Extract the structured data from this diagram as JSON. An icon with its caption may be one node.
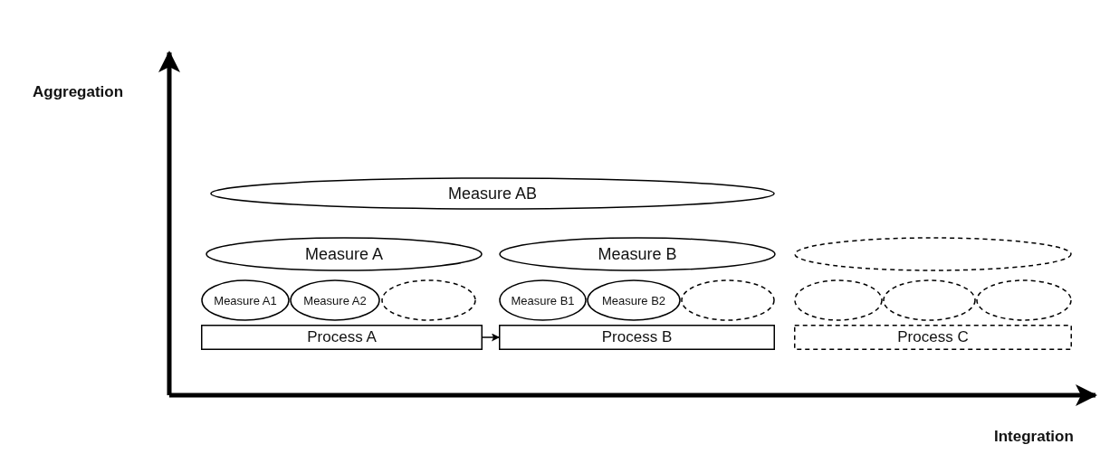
{
  "diagram": {
    "nodes": [
      {
        "text": [
          "Measure AB"
        ]
      },
      {
        "text": [
          "Measure A"
        ]
      },
      {
        "text": [
          "Measure B"
        ]
      },
      {
        "text": [],
        "shape": "ellipse"
      },
      {
        "text": [
          "Measure A1"
        ]
      },
      {
        "text": [
          "Measure A2"
        ]
      },
      {
        "text": [],
        "shape": "ellipse"
      },
      {
        "text": [
          "Measure B1"
        ]
      },
      {
        "text": [
          "Measure B2"
        ]
      },
      {
        "text": [],
        "shape": "ellipse"
      },
      {
        "text": [],
        "shape": "ellipse"
      },
      {
        "text": [],
        "shape": "ellipse"
      },
      {
        "text": [],
        "shape": "ellipse"
      },
      {
        "text": [
          "Process A"
        ]
      },
      {
        "text": [
          "Process B"
        ]
      },
      {
        "text": [
          "Process C"
        ]
      }
    ],
    "edges": [
      {
        "from": 13,
        "to": 14,
        "arrow": "to"
      }
    ],
    "labels": [
      "Aggregation",
      "Integration"
    ]
  }
}
